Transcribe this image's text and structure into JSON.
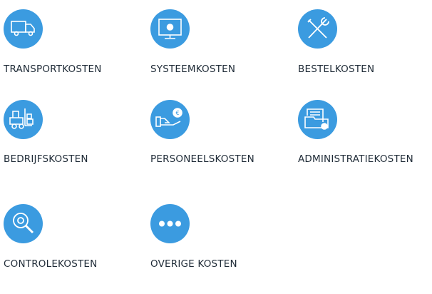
{
  "accent_color": "#3b9be0",
  "items": [
    {
      "label": "TRANSPORTKOSTEN",
      "icon": "truck-icon"
    },
    {
      "label": "SYSTEEMKOSTEN",
      "icon": "monitor-gear-icon"
    },
    {
      "label": "BESTELKOSTEN",
      "icon": "wrench-screwdriver-icon"
    },
    {
      "label": "BEDRIJFSKOSTEN",
      "icon": "forklift-icon"
    },
    {
      "label": "PERSONEELSKOSTEN",
      "icon": "hand-euro-icon"
    },
    {
      "label": "ADMINISTRATIEKOSTEN",
      "icon": "folder-gear-icon"
    },
    {
      "label": "CONTROLEKOSTEN",
      "icon": "magnifier-gear-icon"
    },
    {
      "label": "OVERIGE KOSTEN",
      "icon": "more-dots-icon"
    }
  ]
}
